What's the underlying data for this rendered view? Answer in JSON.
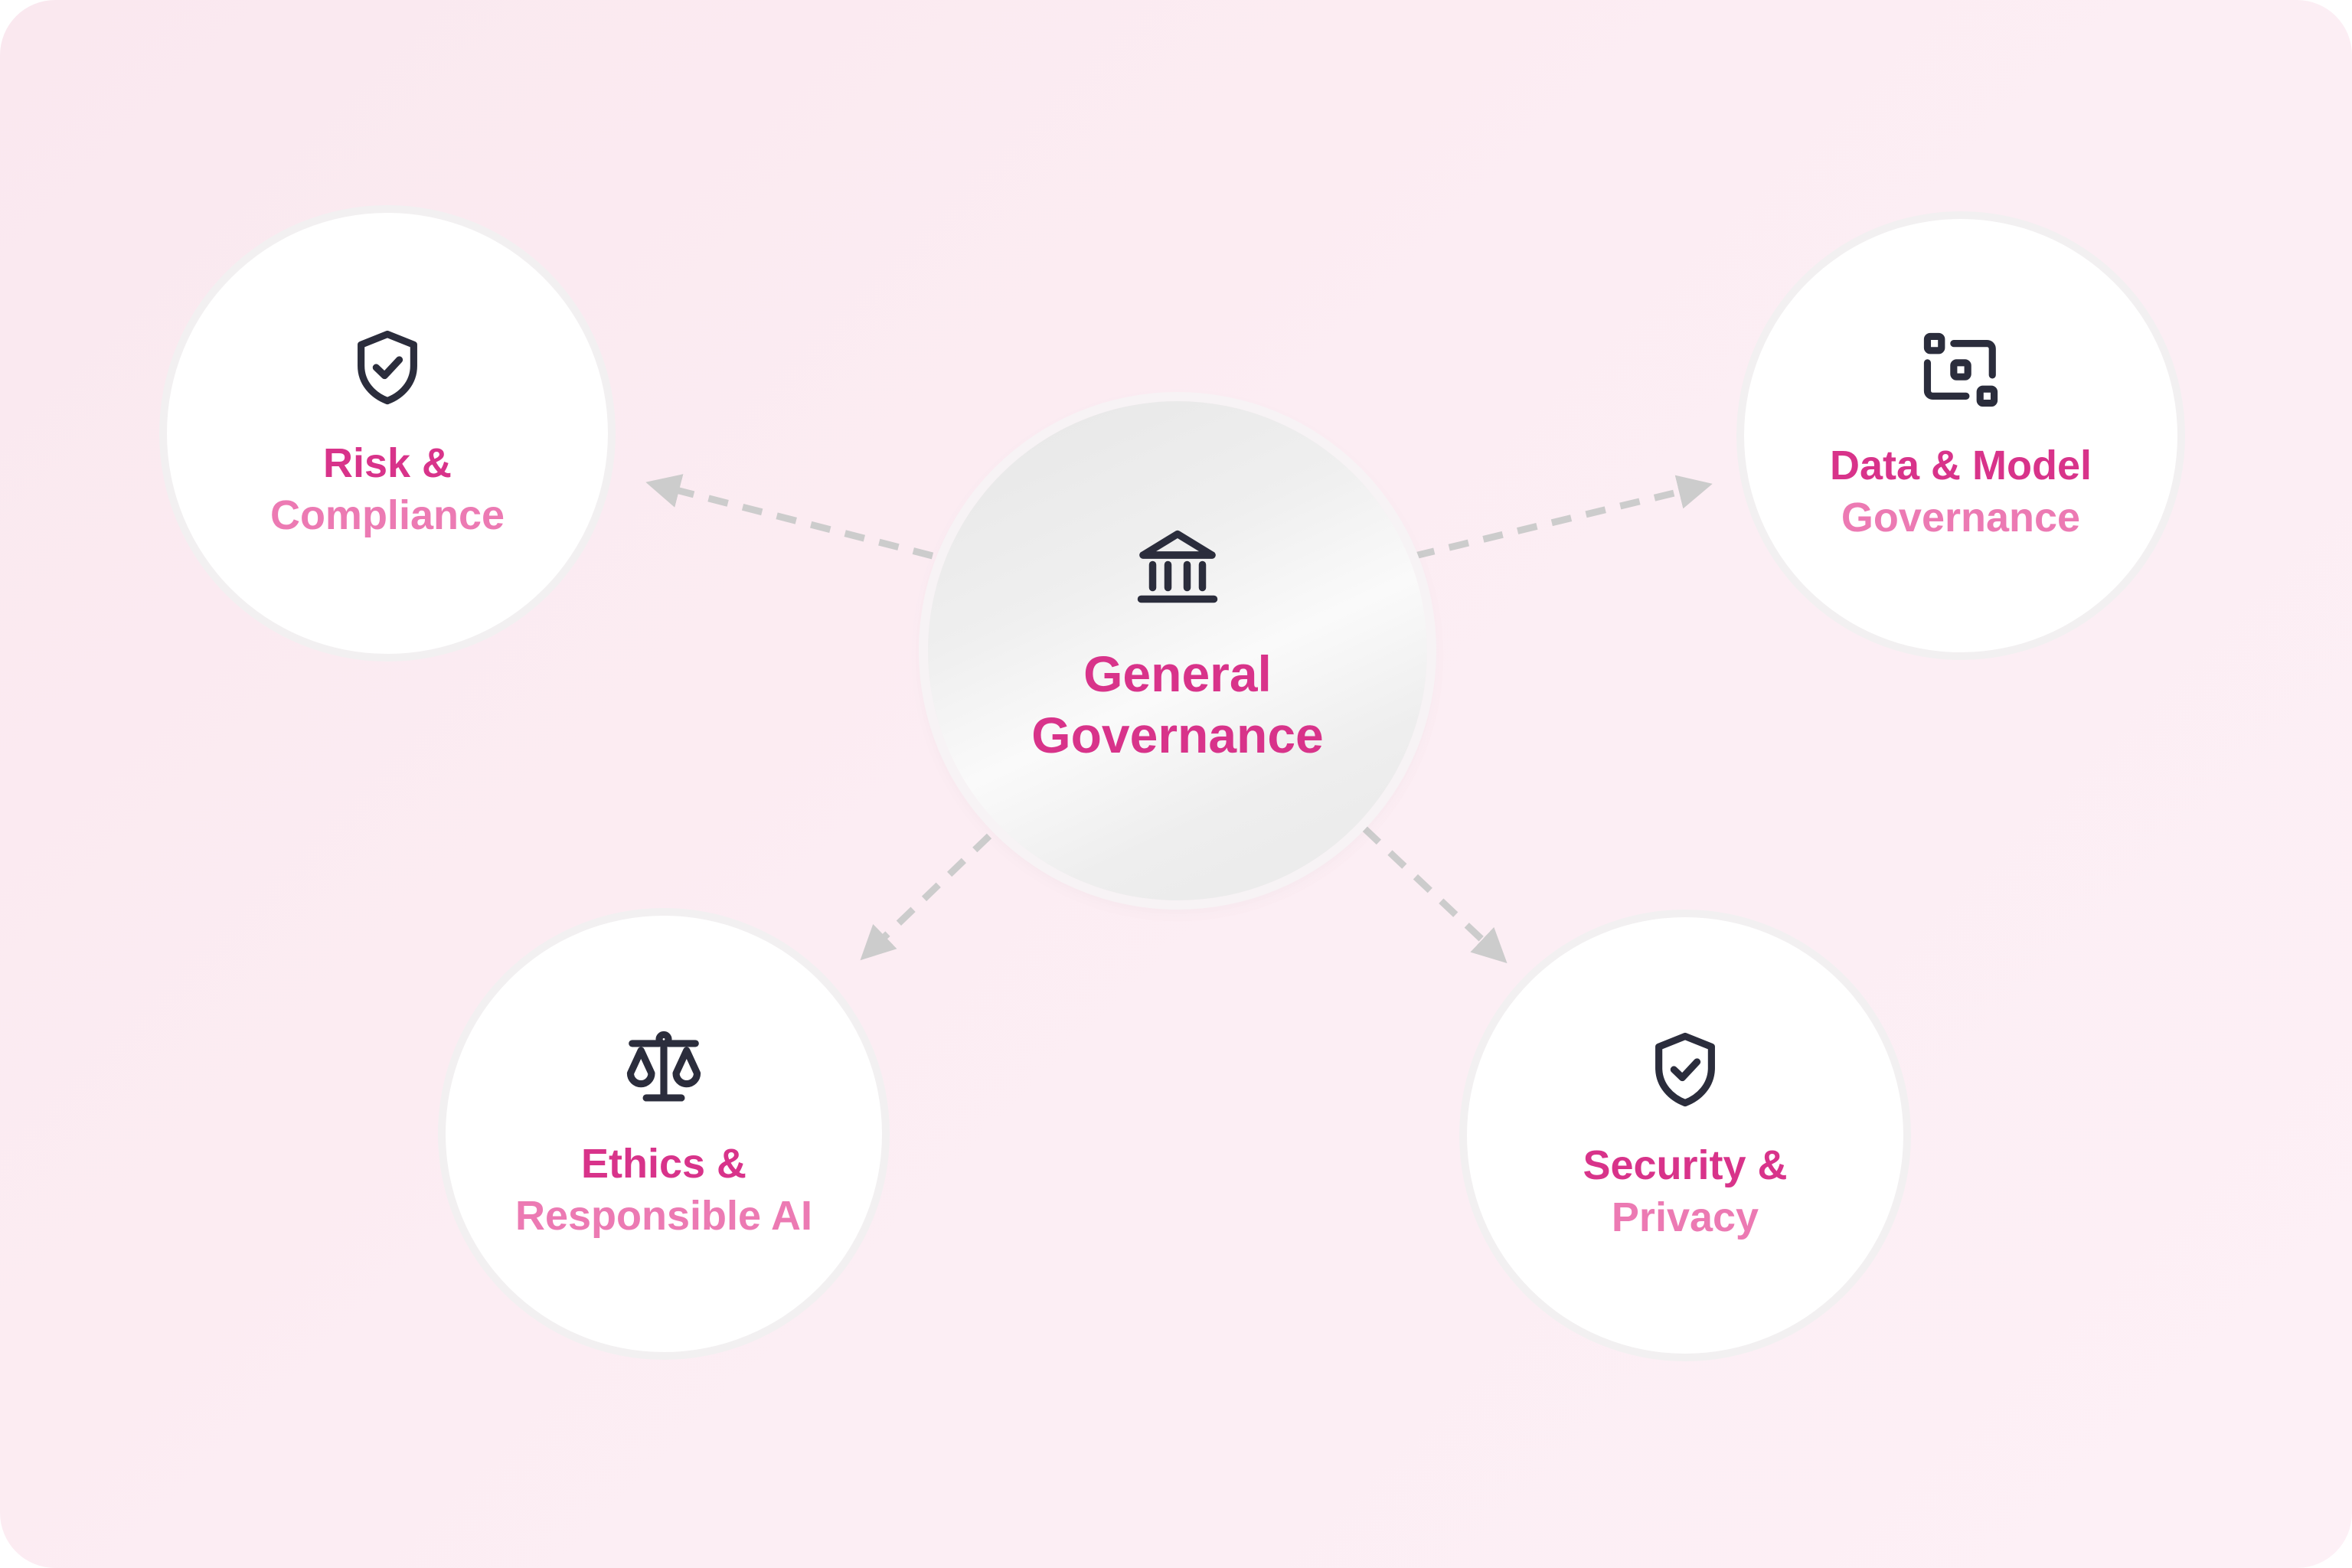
{
  "colors": {
    "accent": "#d8338a",
    "accent_light": "#ec7ab3",
    "icon": "#2b2d3c",
    "connector": "#cccccc",
    "background": "#fcedf3"
  },
  "center": {
    "icon": "bank-icon",
    "title_line1": "General",
    "title_line2": "Governance"
  },
  "nodes": [
    {
      "id": "risk",
      "icon": "shield-check-icon",
      "line1": "Risk &",
      "line2": "Compliance"
    },
    {
      "id": "data",
      "icon": "data-model-icon",
      "line1": "Data & Model",
      "line2": "Governance"
    },
    {
      "id": "ethics",
      "icon": "scales-icon",
      "line1": "Ethics &",
      "line2": "Responsible AI"
    },
    {
      "id": "security",
      "icon": "shield-check-icon",
      "line1": "Security &",
      "line2": "Privacy"
    }
  ]
}
